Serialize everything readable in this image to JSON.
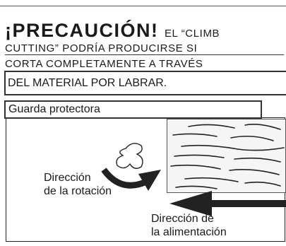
{
  "warning": {
    "heading": "¡PRECAUCIÓN!",
    "body_line1": "EL “CLIMB",
    "body_line2": "CUTTING” PODRÍA PRODUCIRSE SI",
    "body_line3": "CORTA COMPLETAMENTE A TRAVÉS",
    "body_line4": "DEL MATERIAL POR LABRAR."
  },
  "diagram": {
    "guard_label": "Guarda protectora",
    "rotation_label_1": "Dirección",
    "rotation_label_2": "de la rotación",
    "feed_label_1": "Dirección de",
    "feed_label_2": "la alimentación"
  },
  "icons": [
    "cutter-bit-icon",
    "rotation-arrow-icon",
    "feed-arrow-icon"
  ]
}
